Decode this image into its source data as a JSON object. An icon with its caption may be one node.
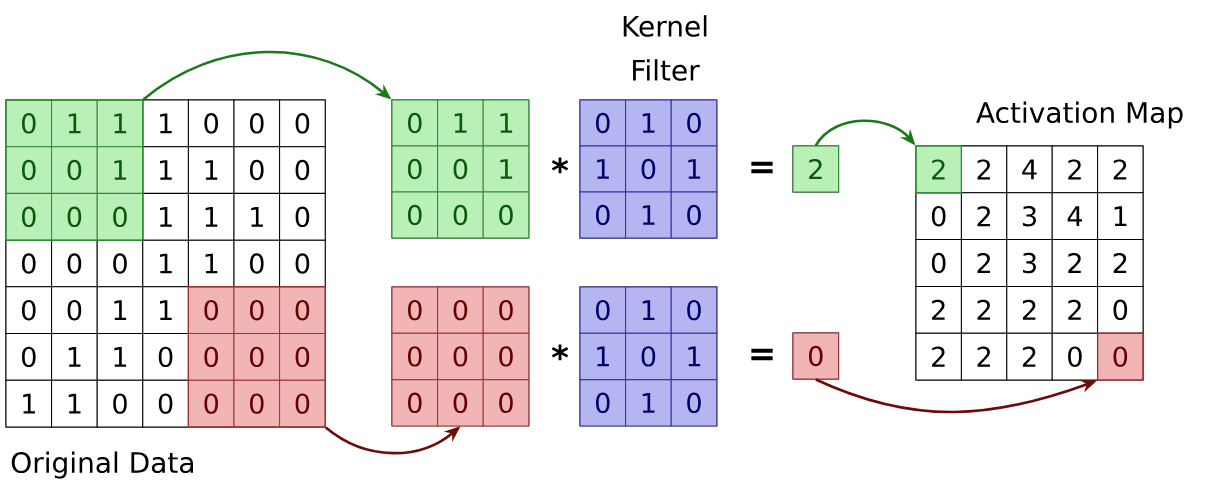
{
  "diagram": {
    "nodes": [
      {
        "text": [
          "1",
          "0",
          "0",
          "0",
          "1",
          "1",
          "0",
          "0",
          "1",
          "1",
          "1",
          "0",
          "0",
          "0",
          "0",
          "1",
          "1",
          "0",
          "0",
          "0",
          "0",
          "1",
          "1",
          "0",
          "1",
          "1",
          "0",
          "1",
          "1",
          "0",
          "0"
        ],
        "beside": [
          "Original Data"
        ]
      },
      {
        "text": [
          "0",
          "1",
          "1",
          "0",
          "0",
          "1",
          "0",
          "0",
          "0"
        ],
        "in": 0
      },
      {
        "text": [
          "0",
          "0",
          "0",
          "0",
          "0",
          "0",
          "0",
          "0",
          "0"
        ],
        "in": 0
      },
      {
        "text": [
          "0",
          "1",
          "1",
          "0",
          "0",
          "1",
          "0",
          "0",
          "0"
        ]
      },
      {
        "text": [
          "0",
          "1",
          "0",
          "1",
          "0",
          "1",
          "0",
          "1",
          "0"
        ],
        "beside": [
          "Kernel Filter"
        ]
      },
      {
        "text": [
          "2"
        ]
      },
      {
        "text": [
          "0",
          "0",
          "0",
          "0",
          "0",
          "0",
          "0",
          "0",
          "0"
        ]
      },
      {
        "text": [
          "0",
          "1",
          "0",
          "1",
          "0",
          "1",
          "0",
          "1",
          "0"
        ]
      },
      {
        "text": [
          "0"
        ]
      },
      {
        "text": [
          "2",
          "4",
          "2",
          "2",
          "0",
          "2",
          "3",
          "4",
          "1",
          "0",
          "2",
          "3",
          "2",
          "2",
          "2",
          "2",
          "2",
          "2",
          "0",
          "2",
          "2",
          "2",
          "0"
        ],
        "beside": [
          "Activation Map"
        ]
      },
      {
        "text": [
          "2"
        ],
        "in": 9
      },
      {
        "text": [
          "0"
        ],
        "in": 9
      }
    ],
    "edges": [
      {
        "from": 1,
        "to": 3,
        "arrow": "to",
        "color": "#1a7a1a"
      },
      {
        "from": 5,
        "to": 10,
        "arrow": "to",
        "color": "#1a7a1a"
      },
      {
        "from": 2,
        "to": 6,
        "arrow": "to",
        "color": "#6e0a0a"
      },
      {
        "from": 8,
        "to": 11,
        "arrow": "to",
        "color": "#6e0a0a"
      }
    ],
    "labels": [
      "*",
      "=",
      "*",
      "="
    ]
  }
}
